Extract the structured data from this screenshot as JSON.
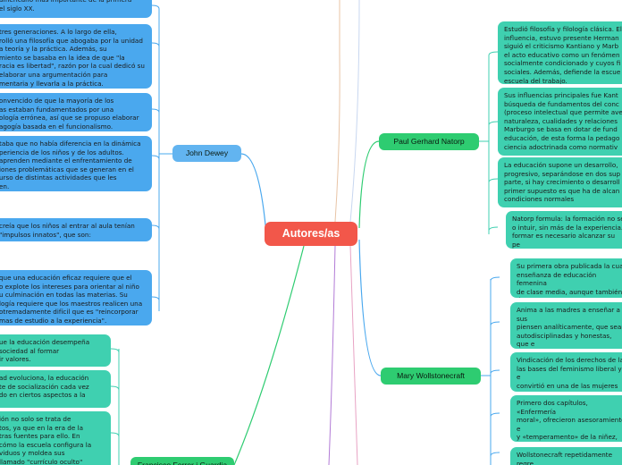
{
  "central": "Autores/as",
  "topics": {
    "dewey": "John Dewey",
    "natorp": "Paul Gerhard Natorp",
    "wollstonecraft": "Mary Wollstonecraft",
    "ferrer": "Francisco Ferrer i Guardia"
  },
  "dewey_notes": [
    "americano más importante de la primera\nel siglo XX.",
    "tres generaciones. A lo largo de ella,\nrolló una filosofía que abogaba por la unidad\na teoría y la práctica. Además, su\nmiento se basaba en la idea de que \"la\nracia es libertad\", razón por la cual dedicó su\nelaborar una argumentación para\nmentaria y llevarla a la práctica.",
    "onvencido de que la mayoría de los\nas estaban fundamentados por una\nología errónea, así que se propuso elaborar\nagogía basada en el funcionalismo.",
    "taba que no había diferencia en la dinámica\nperiencia de los niños y de los adultos.\naprenden mediante el enfrentamiento de\niones problemáticas que se generan en el\nurso de distintas actividades que les\nen.",
    "creía que los niños al entrar al aula tenían\n\"impulsos innatos\", que son:",
    "que una educación eficaz requiere que el\no explote los intereses para orientar al niño\nu culminación en todas las materias. Su\nlogía requiere que los maestros realicen una\notremadamente difícil que es \"reincorporar\nmas de estudio a la experiencia\"."
  ],
  "ferrer_notes": [
    "ue la educación desempeña\nsociedad al formar\nir valores.",
    "ad evoluciona, la educación\nte de socialización cada vez\ndo en ciertos aspectos a la",
    "ión no solo se trata de\ntos, ya que en la era de la\ntras fuentes para ello. En\ncómo la escuela configura la\nviduos y moldea sus\nllamado \"currículo oculto\""
  ],
  "natorp_notes": [
    "Estudió filosofía y filología clásica. El\ninfluencia, estuvo presente Herman\nsiguió el criticismo Kantiano y Marb\nel acto educativo como un fenómen\nsocialmente condicionado y cuyos fi\nsociales. Además, defiende la escue\nescuela del trabajo.",
    "Sus influencias principales fue Kant\nbúsqueda de fundamentos del conc\n(proceso intelectual que permite ave\nnaturaleza, cualidades y relaciones\nMarburgo se basa en dotar de fund\neducación, de esta forma la pedago\nciencia adoctrinada como normativ",
    "La educación supone un desarrollo,\nprogresivo, separándose en dos sup\nparte, si hay crecimiento o desarroll\nprimer supuesto es que ha de alcan\ncondiciones normales",
    "Natorp formula: la formación no se\no intuir, sin más de la experiencia.\nformar es necesario alcanzar su pe\nadecuado."
  ],
  "wollstonecraft_notes": [
    "Su primera obra publicada la cual\nenseñanza de educación femenina\nde clase media, aunque también d\nenseñanza infantil en él.",
    "Anima a las madres a enseñar a sus\npiensen analíticamente, que sean\nautodisciplinadas y honestas, que e\ncon su posición social y aprendan h\nreporten dinero",
    "Vindicación de los derechos de la\nlas bases del feminismo liberal y e\nconvirtió en una de las mujeres m\nEuropa de la época.",
    "Primero dos capítulos, «Enfermería\nmoral», ofrecieron asesoramiento e\ny «temperamento» de la niñez, argu\nla formación racional de la mente o\ntemprano.",
    "Wollstonecraft repetidamente regre\ntemas relacionados con los pensam"
  ],
  "colors": {
    "central": "#f2574a",
    "blue_node": "#4aa8ee",
    "teal_node": "#3fd0b0",
    "green_topic": "#2ecc71",
    "blue_link": "#4aa8ee",
    "green_link": "#2ecc71",
    "teal_link": "#3fd0b0"
  }
}
